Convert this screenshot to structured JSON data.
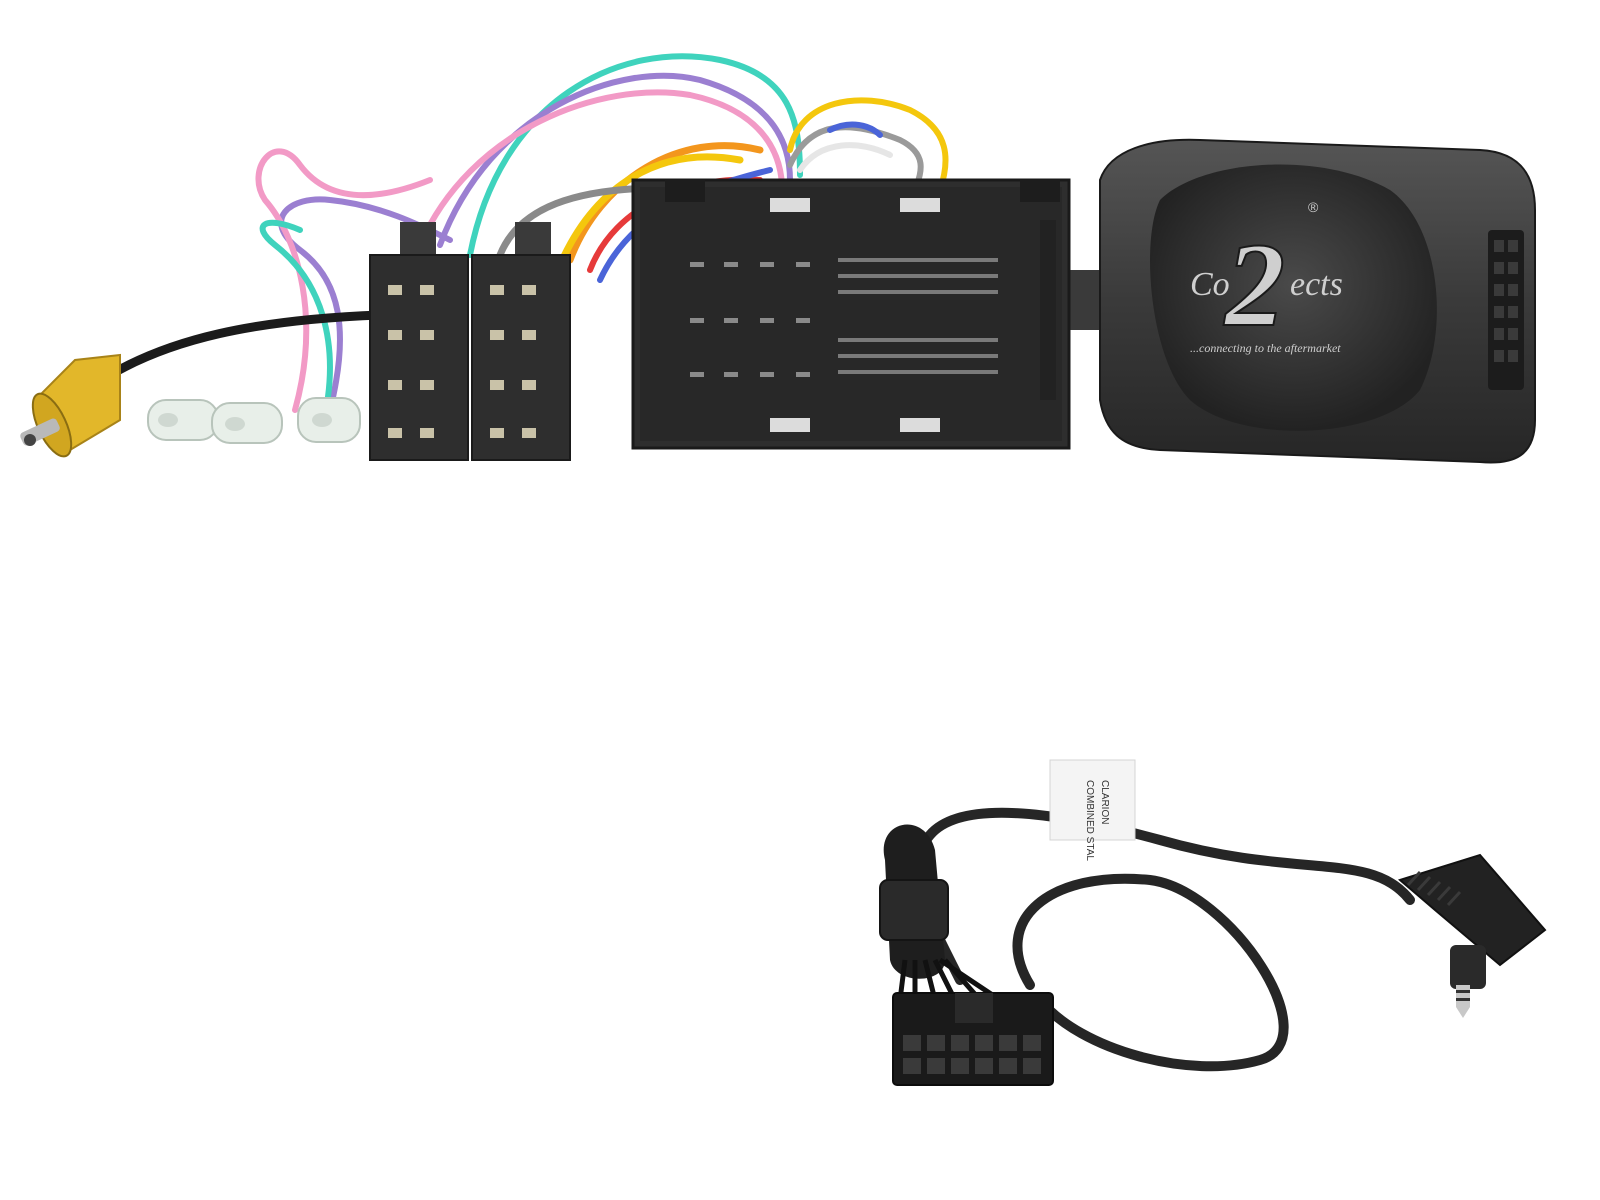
{
  "product": {
    "logo": {
      "brand_left": "Co",
      "brand_numeral": "2",
      "brand_right": "ects",
      "registered_mark": "®",
      "tagline": "...connecting to the aftermarket"
    },
    "cable_tag": {
      "line1": "CLARION",
      "line2": "COMBINED STAL"
    }
  },
  "colors": {
    "background": "#ffffff",
    "connector_body": "#2e2e2e",
    "interface_box": "#3a3a3a",
    "rca_plug": "#e2b72a",
    "wire_teal": "#3fd3bd",
    "wire_pink": "#f29ac6",
    "wire_purple": "#9b7fd1",
    "wire_yellow": "#f4c70d",
    "wire_orange": "#f3961d",
    "wire_red": "#e63a3a",
    "wire_blue": "#4a64d8",
    "wire_grey": "#8a8a8a"
  }
}
